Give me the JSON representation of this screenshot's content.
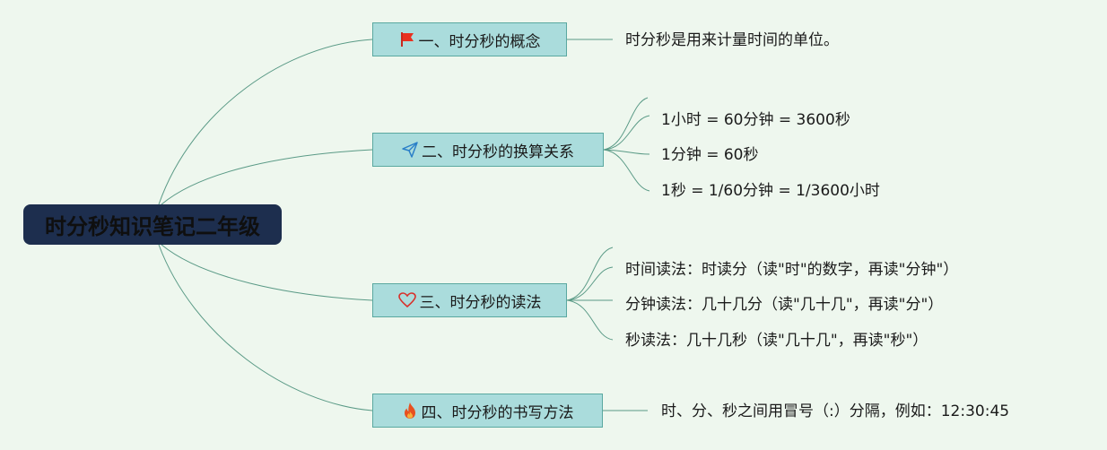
{
  "root": {
    "title": "时分秒知识笔记二年级"
  },
  "branches": [
    {
      "label": "一、时分秒的概念",
      "icon": "red-flag-icon",
      "leaves": [
        "时分秒是用来计量时间的单位。"
      ]
    },
    {
      "label": "二、时分秒的换算关系",
      "icon": "paper-plane-icon",
      "leaves": [
        "1小时 = 60分钟 = 3600秒",
        "1分钟 = 60秒",
        "1秒 = 1/60分钟 = 1/3600小时"
      ]
    },
    {
      "label": "三、时分秒的读法",
      "icon": "heart-icon",
      "leaves": [
        "时间读法：时读分（读\"时\"的数字，再读\"分钟\"）",
        "分钟读法：几十几分（读\"几十几\"，再读\"分\"）",
        "秒读法：几十几秒（读\"几十几\"，再读\"秒\"）"
      ]
    },
    {
      "label": "四、时分秒的书写方法",
      "icon": "fire-icon",
      "leaves": [
        "时、分、秒之间用冒号（:）分隔，例如：12:30:45"
      ]
    }
  ],
  "colors": {
    "background": "#eef7ee",
    "root_fill": "#1d2e4e",
    "branch_fill": "#aadcdc",
    "branch_border": "#5aa8a0",
    "connector": "#5a9a86"
  }
}
